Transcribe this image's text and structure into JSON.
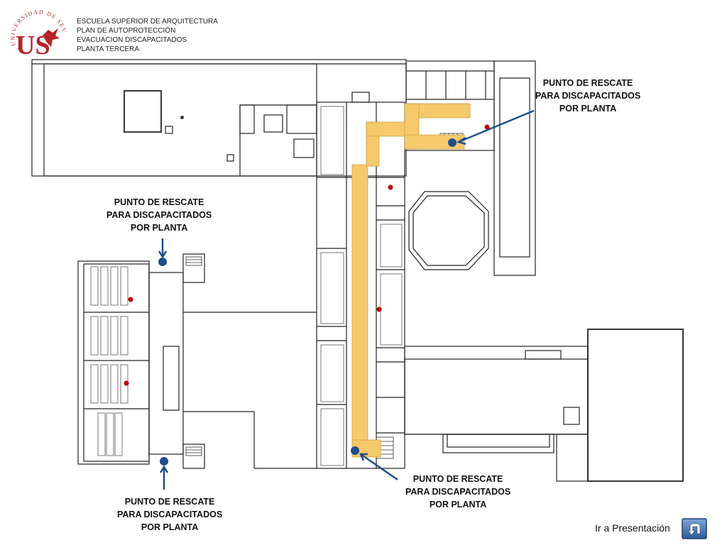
{
  "header": {
    "lines": [
      "ESCUELA SUPERIOR DE  ARQUITECTURA",
      "PLAN DE AUTOPROTECCIÓN",
      "EVACUACION DISCAPACITADOS",
      "PLANTA TERCERA"
    ]
  },
  "logo": {
    "text": "UNIVERSIDAD DE SEVILLA",
    "letters": "US",
    "color": "#b3262b"
  },
  "rescue_points": [
    {
      "lines": [
        "PUNTO DE RESCATE",
        "PARA DISCAPACITADOS",
        "POR PLANTA"
      ]
    },
    {
      "lines": [
        "PUNTO DE RESCATE",
        "PARA DISCAPACITADOS",
        "POR PLANTA"
      ]
    },
    {
      "lines": [
        "PUNTO DE RESCATE",
        "PARA DISCAPACITADOS",
        "POR PLANTA"
      ]
    },
    {
      "lines": [
        "PUNTO DE RESCATE",
        "PARA DISCAPACITADOS",
        "POR PLANTA"
      ]
    }
  ],
  "nav": {
    "label": "Ir a Presentación",
    "button_icon": "return-arrow-icon"
  },
  "colors": {
    "route": "#f6c96c",
    "marker": "#1f4e8c",
    "dot": "#c00000",
    "wall": "#222222"
  }
}
